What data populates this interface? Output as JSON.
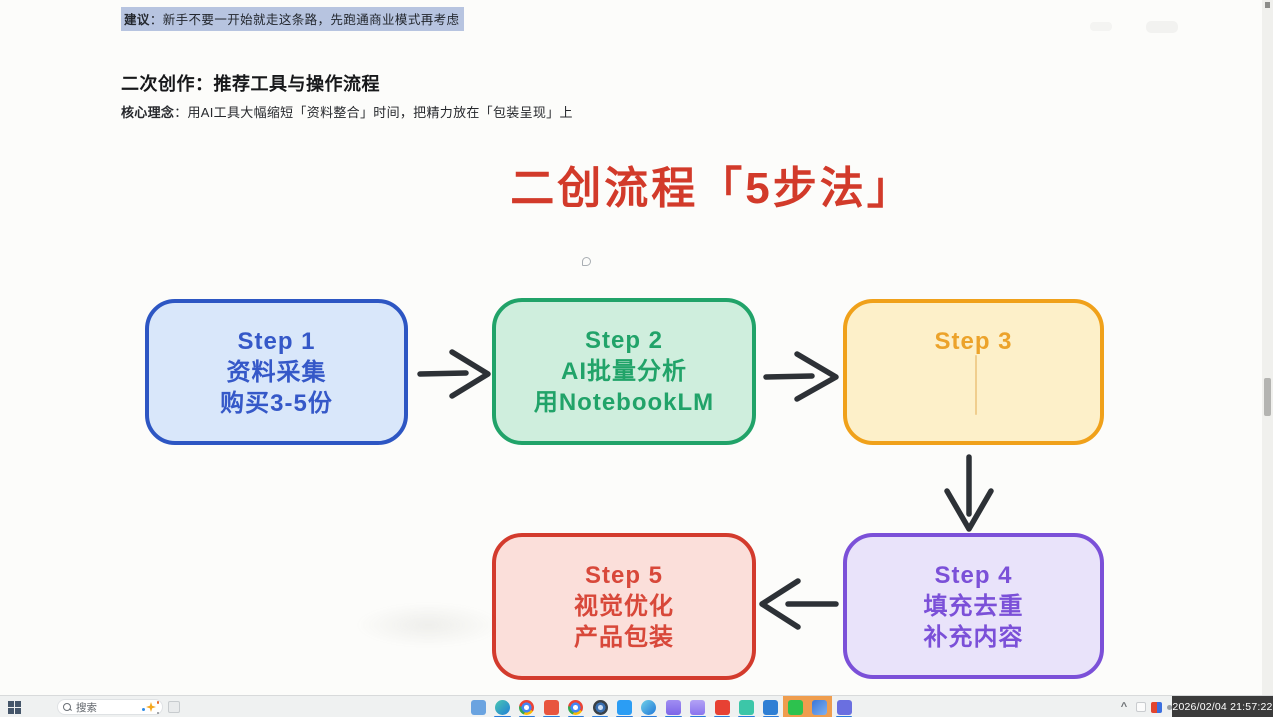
{
  "slide": {
    "tip": {
      "label": "建议",
      "text": "：新手不要一开始就走这条路，先跑通商业模式再考虑",
      "highlight_color": "#b7c4e0"
    },
    "heading": "二次创作：推荐工具与操作流程",
    "concept": {
      "label": "核心理念",
      "text": "：用AI工具大幅缩短「资料整合」时间，把精力放在「包装呈现」上"
    },
    "diagram_title": "二创流程「5步法」",
    "diagram_title_color": "#d23a2a",
    "steps": [
      {
        "name": "step-1",
        "lines": [
          "Step 1",
          "资料采集",
          "购买3-5份"
        ],
        "fill": "#d9e7fa",
        "border": "#2d56c3",
        "text": "#3558c8"
      },
      {
        "name": "step-2",
        "lines": [
          "Step 2",
          "AI批量分析",
          "用NotebookLM"
        ],
        "fill": "#cfeedd",
        "border": "#21a369",
        "text": "#21a369"
      },
      {
        "name": "step-3",
        "lines": [
          "Step 3"
        ],
        "fill": "#fdf0c9",
        "border": "#f0a11a",
        "text": "#eca32b"
      },
      {
        "name": "step-4",
        "lines": [
          "Step 4",
          "填充去重",
          "补充内容"
        ],
        "fill": "#e9e3fa",
        "border": "#7b50d8",
        "text": "#7b50d8"
      },
      {
        "name": "step-5",
        "lines": [
          "Step 5",
          "视觉优化",
          "产品包装"
        ],
        "fill": "#fbdfda",
        "border": "#d33b2d",
        "text": "#d8483a"
      }
    ],
    "arrow_color": "#2d3136"
  },
  "taskbar": {
    "search_placeholder": "搜索",
    "clock": "2026/02/04 21:57:22",
    "icons": [
      {
        "name": "remote-display",
        "color": "#6aa3e0",
        "round": false,
        "underline": false,
        "highlight": false
      },
      {
        "name": "edge-browser",
        "color": "linear-gradient(135deg,#49c7b2,#1f7fd6)",
        "round": true,
        "underline": true,
        "highlight": false
      },
      {
        "name": "chrome-profile",
        "color": "radial-gradient(circle,#ffffff 0 2.5px,#4285f4 2.5px 5px,transparent 5px), conic-gradient(#ea4335 0 120deg,#fbbc05 0 200deg,#34a853 0 280deg,#ea4335 0)",
        "round": true,
        "underline": true,
        "highlight": false
      },
      {
        "name": "red-pinwheel-app",
        "color": "#e8553e",
        "round": false,
        "underline": true,
        "highlight": false
      },
      {
        "name": "chrome-browser",
        "color": "radial-gradient(circle,#ffffff 0 2.5px,#4285f4 2.5px 5px,transparent 5px), conic-gradient(#ea4335 0 120deg,#fbbc05 0 200deg,#34a853 0 280deg,#ea4335 0)",
        "round": true,
        "underline": true,
        "highlight": false
      },
      {
        "name": "chrome-dark",
        "color": "radial-gradient(circle,#cfe0f5 0 2.5px,#3a6fb0 2.5px 5px,transparent 5px), #3a4147",
        "round": true,
        "underline": true,
        "highlight": false
      },
      {
        "name": "vscode",
        "color": "#2b9df4",
        "round": false,
        "underline": true,
        "highlight": false
      },
      {
        "name": "edge-dev",
        "color": "linear-gradient(135deg,#6fd0e8,#2178d8)",
        "round": true,
        "underline": true,
        "highlight": false
      },
      {
        "name": "purple-assistant",
        "color": "linear-gradient(180deg,#a08df2,#7d66e8)",
        "round": false,
        "underline": true,
        "highlight": false
      },
      {
        "name": "purple-assistant-2",
        "color": "linear-gradient(180deg,#b2a2f5,#8a74ee)",
        "round": false,
        "underline": true,
        "highlight": false
      },
      {
        "name": "red-grid-app",
        "color": "#e74133",
        "round": false,
        "underline": true,
        "highlight": false
      },
      {
        "name": "chat-app",
        "color": "#3cc6a8",
        "round": false,
        "underline": true,
        "highlight": false
      },
      {
        "name": "photos-app",
        "color": "#2f7fd4",
        "round": false,
        "underline": true,
        "highlight": false
      },
      {
        "name": "wechat",
        "color": "#2dc24e",
        "round": false,
        "underline": false,
        "highlight": true
      },
      {
        "name": "image-viewer",
        "color": "linear-gradient(135deg,#3b77d8,#7fb0f0)",
        "round": false,
        "underline": false,
        "highlight": true
      },
      {
        "name": "purple-square-app",
        "color": "#6a6fe0",
        "round": false,
        "underline": true,
        "highlight": false
      }
    ]
  }
}
